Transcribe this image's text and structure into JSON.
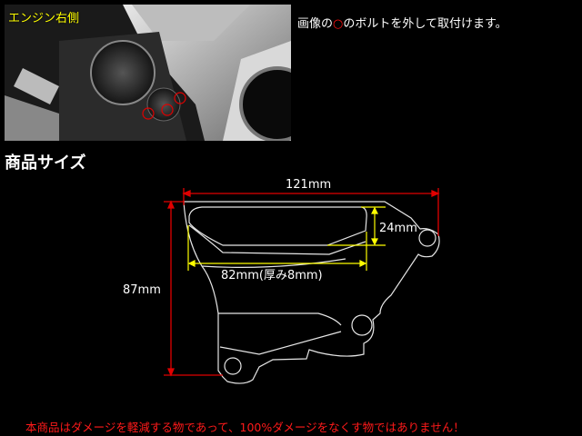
{
  "photo": {
    "label": "エンジン右側"
  },
  "instruction": {
    "before": "画像の",
    "mark": "○",
    "after": "のボルトを外して取付けます。"
  },
  "section_title": "商品サイズ",
  "dimensions": {
    "width": "121mm",
    "height": "87mm",
    "pocket_height": "24mm",
    "pocket_width": "82mm(厚み8mm)"
  },
  "warning": "本商品はダメージを軽減する物であって、100%ダメージをなくす物ではありません！",
  "colors": {
    "dimension_line": "#e00000",
    "pocket_line": "#ffff00",
    "label": "#ffff00",
    "warning": "#ff1a1a"
  }
}
